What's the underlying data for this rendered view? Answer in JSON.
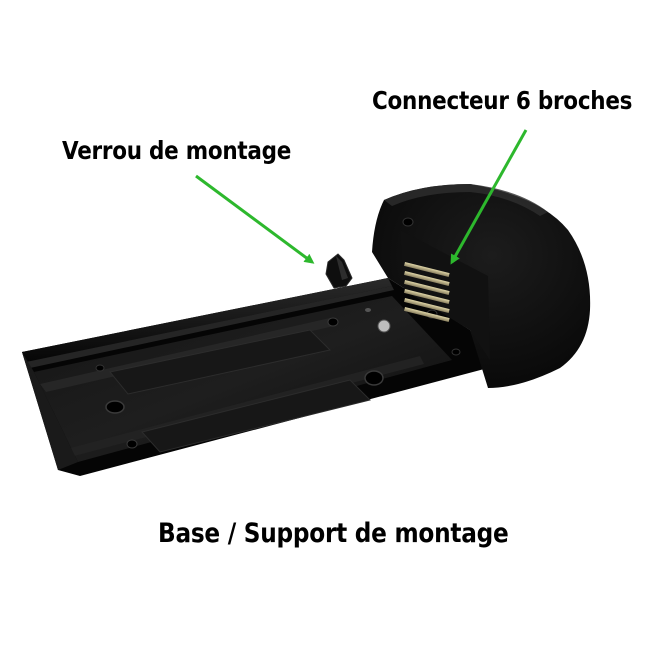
{
  "labels": {
    "connector": "Connecteur 6 broches",
    "latch": "Verrou de montage",
    "base": "Base / Support de montage"
  },
  "colors": {
    "background": "#ffffff",
    "product": "#0a0a0a",
    "arrow": "#2db82d",
    "text": "#000000"
  }
}
